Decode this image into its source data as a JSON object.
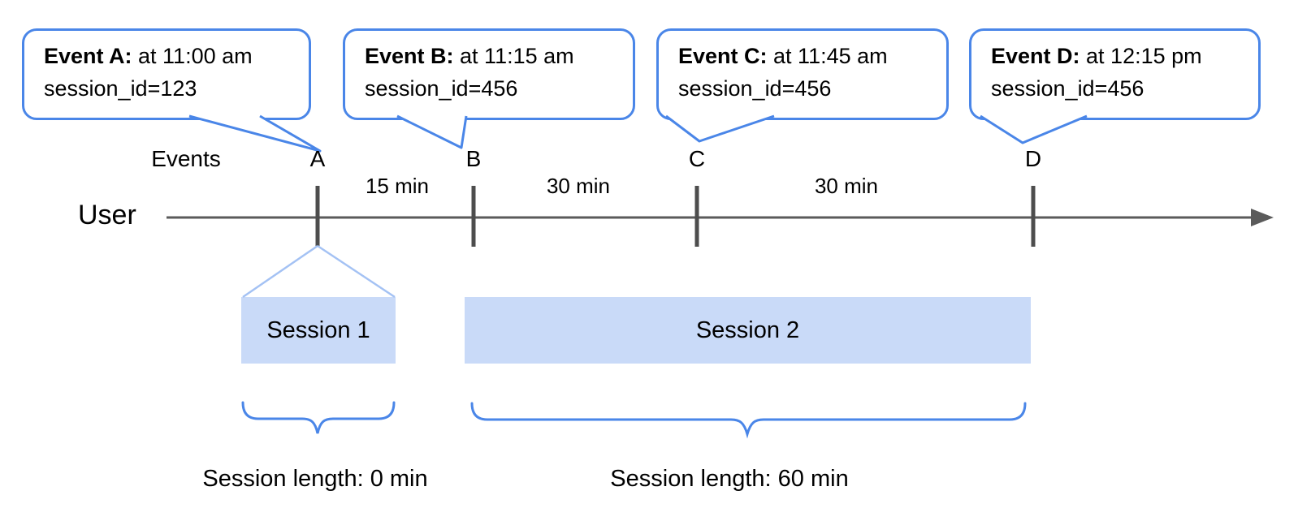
{
  "colors": {
    "bubble_border": "#4a86e8",
    "brace_blue": "#4a86e8",
    "funnel_blue": "#a4c2f4",
    "session_fill": "#c9daf8",
    "axis_gray": "#5b5b5b"
  },
  "bubbles": [
    {
      "bold": "Event A:",
      "time": " at 11:00 am",
      "session": "session_id=123"
    },
    {
      "bold": "Event B:",
      "time": " at 11:15 am",
      "session": "session_id=456"
    },
    {
      "bold": "Event C:",
      "time": " at 11:45 am",
      "session": "session_id=456"
    },
    {
      "bold": "Event D:",
      "time": " at 12:15 pm",
      "session": "session_id=456"
    }
  ],
  "timeline": {
    "axis_label": "Events",
    "user_label": "User",
    "markers": [
      {
        "letter": "A"
      },
      {
        "letter": "B"
      },
      {
        "letter": "C"
      },
      {
        "letter": "D"
      }
    ],
    "intervals": [
      {
        "label": "15 min"
      },
      {
        "label": "30 min"
      },
      {
        "label": "30 min"
      }
    ]
  },
  "sessions": [
    {
      "label": "Session 1",
      "length_label": "Session length: 0 min"
    },
    {
      "label": "Session 2",
      "length_label": "Session length: 60 min"
    }
  ]
}
